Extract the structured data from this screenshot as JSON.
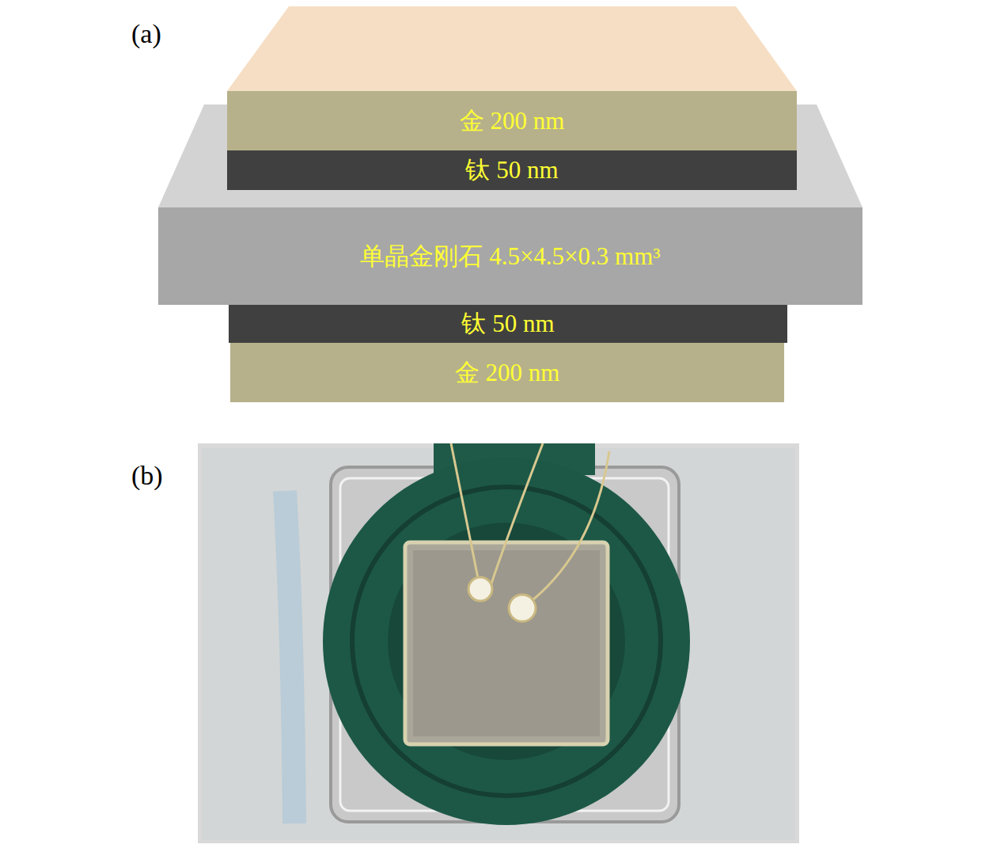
{
  "diagram": {
    "nodes": [
      {
        "text": [
          "金 200 nm"
        ]
      },
      {
        "text": [
          "钛 50 nm"
        ]
      },
      {
        "text": [
          "单晶金刚石 4.5×4.5×0.3 mm³"
        ]
      },
      {
        "text": [
          "钛 50 nm"
        ]
      },
      {
        "text": [
          "金 200 nm"
        ]
      }
    ],
    "labels": [
      "(a)",
      "(b)"
    ]
  }
}
